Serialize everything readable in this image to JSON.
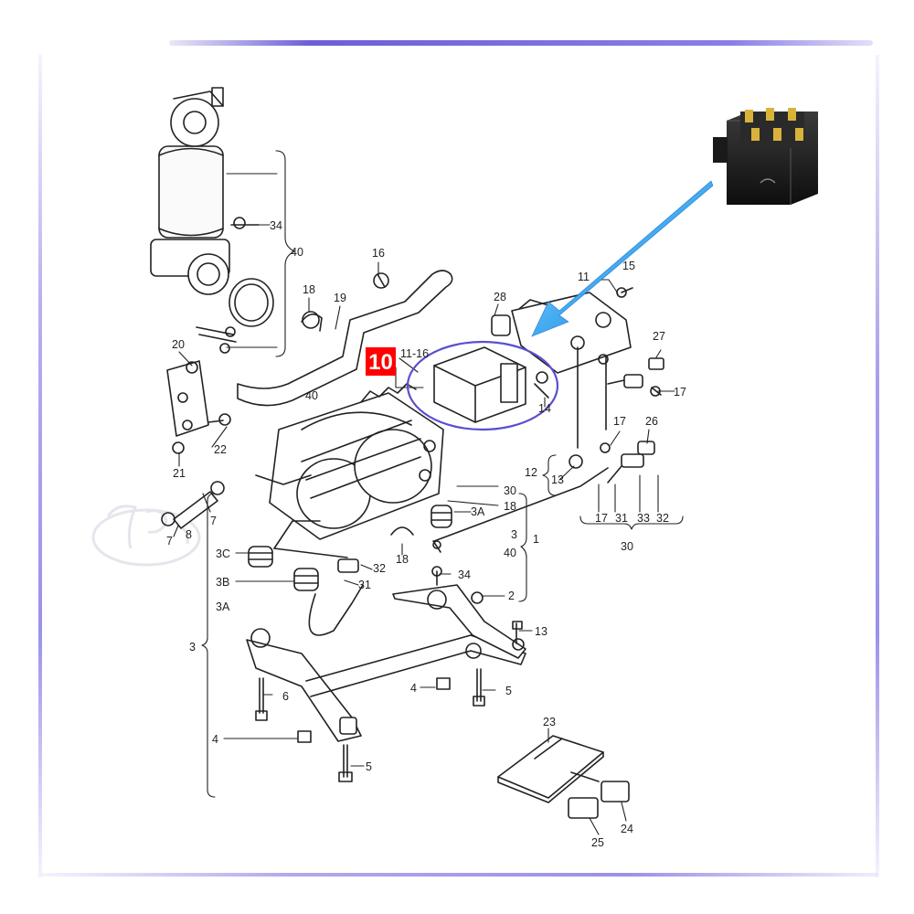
{
  "highlight_label": "10",
  "callouts": [
    {
      "id": "c34a",
      "text": "34"
    },
    {
      "id": "c40a",
      "text": "40"
    },
    {
      "id": "c16",
      "text": "16"
    },
    {
      "id": "c18a",
      "text": "18"
    },
    {
      "id": "c19",
      "text": "19"
    },
    {
      "id": "c28",
      "text": "28"
    },
    {
      "id": "c11a",
      "text": "11"
    },
    {
      "id": "c15a",
      "text": "15"
    },
    {
      "id": "c20",
      "text": "20"
    },
    {
      "id": "c11r",
      "text": "11-16"
    },
    {
      "id": "c40b",
      "text": "40"
    },
    {
      "id": "c14",
      "text": "14"
    },
    {
      "id": "c27",
      "text": "27"
    },
    {
      "id": "c17a",
      "text": "17"
    },
    {
      "id": "c17b",
      "text": "17"
    },
    {
      "id": "c26",
      "text": "26"
    },
    {
      "id": "c22",
      "text": "22"
    },
    {
      "id": "c21",
      "text": "21"
    },
    {
      "id": "c12",
      "text": "12"
    },
    {
      "id": "c13a",
      "text": "13"
    },
    {
      "id": "c30a",
      "text": "30"
    },
    {
      "id": "c18b",
      "text": "18"
    },
    {
      "id": "c3Aa",
      "text": "3A"
    },
    {
      "id": "c17c",
      "text": "17"
    },
    {
      "id": "c31a",
      "text": "31"
    },
    {
      "id": "c33",
      "text": "33"
    },
    {
      "id": "c32a",
      "text": "32"
    },
    {
      "id": "c30b",
      "text": "30"
    },
    {
      "id": "c7a",
      "text": "7"
    },
    {
      "id": "c8",
      "text": "8"
    },
    {
      "id": "c7b",
      "text": "7"
    },
    {
      "id": "c3",
      "text": "3"
    },
    {
      "id": "c40c",
      "text": "40"
    },
    {
      "id": "c1",
      "text": "1"
    },
    {
      "id": "c3C",
      "text": "3C"
    },
    {
      "id": "c18c",
      "text": "18"
    },
    {
      "id": "c32b",
      "text": "32"
    },
    {
      "id": "c34b",
      "text": "34"
    },
    {
      "id": "c3B",
      "text": "3B"
    },
    {
      "id": "c31b",
      "text": "31"
    },
    {
      "id": "c2",
      "text": "2"
    },
    {
      "id": "c3Ab",
      "text": "3A"
    },
    {
      "id": "c13b",
      "text": "13"
    },
    {
      "id": "c3b",
      "text": "3"
    },
    {
      "id": "c6",
      "text": "6"
    },
    {
      "id": "c4a",
      "text": "4"
    },
    {
      "id": "c5a",
      "text": "5"
    },
    {
      "id": "c4b",
      "text": "4"
    },
    {
      "id": "c5b",
      "text": "5"
    },
    {
      "id": "c23",
      "text": "23"
    },
    {
      "id": "c24",
      "text": "24"
    },
    {
      "id": "c25",
      "text": "25"
    }
  ],
  "colors": {
    "frame": "#6b5fd6",
    "highlight_box": "#ff0000",
    "circle": "#5a4fd0",
    "arrow": "#2f9be6",
    "line": "#222222"
  },
  "icons": [
    "valve-block-product-photo",
    "blue-pointer-arrow",
    "watermark-logo"
  ]
}
